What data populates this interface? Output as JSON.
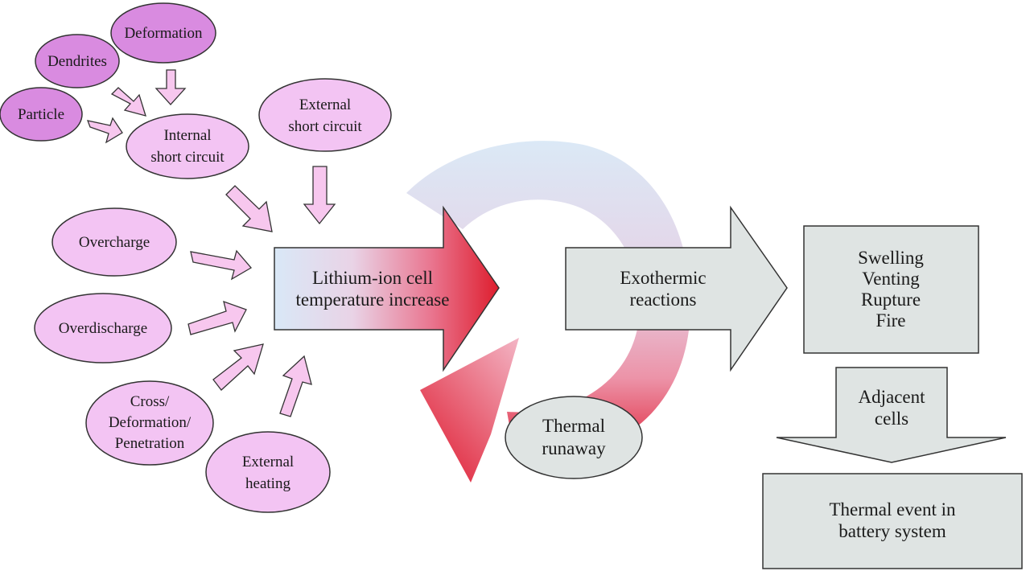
{
  "colors": {
    "cause_dark": "#d98be0",
    "cause_light": "#f3c4f3",
    "arrow_pink": "#f7c7ee",
    "box_gray": "#dfe4e3",
    "cool_blue": "#dbe9f6",
    "hot_red": "#e0253a",
    "outline": "#333333"
  },
  "root_causes": {
    "deformation": "Deformation",
    "dendrites": "Dendrites",
    "particle": "Particle"
  },
  "causes": {
    "internal_short_line1": "Internal",
    "internal_short_line2": "short circuit",
    "external_short_line1": "External",
    "external_short_line2": "short circuit",
    "overcharge": "Overcharge",
    "overdischarge": "Overdischarge",
    "crush_line1": "Cross/",
    "crush_line2": "Deformation/",
    "crush_line3": "Penetration",
    "heating_line1": "External",
    "heating_line2": "heating"
  },
  "core": {
    "temp_line1": "Lithium-ion cell",
    "temp_line2": "temperature increase",
    "exo_line1": "Exothermic",
    "exo_line2": "reactions",
    "runaway_line1": "Thermal",
    "runaway_line2": "runaway"
  },
  "outcomes": {
    "effects": [
      "Swelling",
      "Venting",
      "Rupture",
      "Fire"
    ],
    "adjacent_line1": "Adjacent",
    "adjacent_line2": "cells",
    "event_line1": "Thermal event in",
    "event_line2": "battery system"
  }
}
